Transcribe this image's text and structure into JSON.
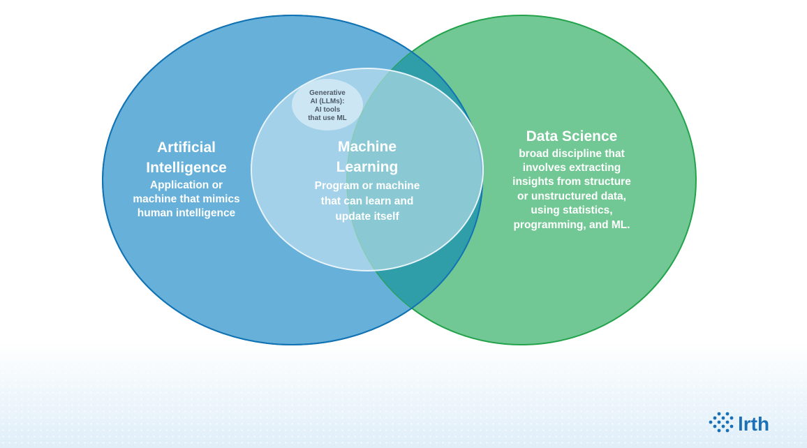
{
  "diagram": {
    "ai": {
      "title_line1": "Artificial",
      "title_line2": "Intelligence",
      "desc_line1": "Application or",
      "desc_line2": "machine that mimics",
      "desc_line3": "human intelligence"
    },
    "ml": {
      "title_line1": "Machine",
      "title_line2": "Learning",
      "desc_line1": "Program or machine",
      "desc_line2": "that can learn and",
      "desc_line3": "update itself"
    },
    "genai": {
      "line1": "Generative",
      "line2": "AI (LLMs):",
      "line3": "AI tools",
      "line4": "that use ML"
    },
    "ds": {
      "title": "Data Science",
      "desc_line1": "broad discipline that",
      "desc_line2": "involves extracting",
      "desc_line3": "insights from structure",
      "desc_line4": "or unstructured data,",
      "desc_line5": "using statistics,",
      "desc_line6": "programming, and ML."
    },
    "colors": {
      "ai_fill": "#66b0d9",
      "ai_stroke": "#1273b4",
      "ds_fill": "#72c894",
      "ds_stroke": "#22a24a",
      "overlap": "#2f9ea8",
      "ml_fill": "#cce7f2",
      "brand": "#1a6fb5"
    }
  },
  "logo": {
    "text": "lrth"
  }
}
